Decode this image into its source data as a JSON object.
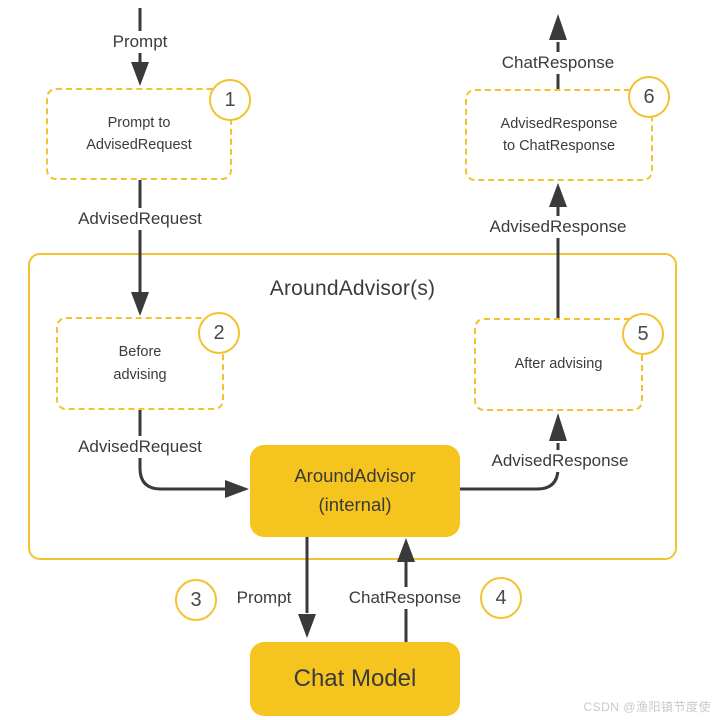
{
  "container": {
    "title": "AroundAdvisor(s)"
  },
  "nodes": {
    "prompt_to_advised_request": {
      "line1": "Prompt to",
      "line2": "AdvisedRequest",
      "badge": "1"
    },
    "before_advising": {
      "line1": "Before",
      "line2": "advising",
      "badge": "2"
    },
    "after_advising": {
      "line1": "After advising",
      "badge": "5"
    },
    "advised_response_to_chat_response": {
      "line1": "AdvisedResponse",
      "line2": "to ChatResponse",
      "badge": "6"
    },
    "around_advisor_internal": {
      "line1": "AroundAdvisor",
      "line2": "(internal)"
    },
    "chat_model": {
      "label": "Chat Model"
    }
  },
  "edge_labels": {
    "prompt_in": "Prompt",
    "advised_request_to_before": "AdvisedRequest",
    "advised_request_to_internal": "AdvisedRequest",
    "prompt_to_chat_model": "Prompt",
    "chat_response_from_chat_model": "ChatResponse",
    "advised_response_to_after": "AdvisedResponse",
    "advised_response_to_converter": "AdvisedResponse",
    "chat_response_out": "ChatResponse"
  },
  "badges": {
    "step3": "3",
    "step4": "4"
  },
  "watermark": "CSDN @渔阳镇节度使",
  "colors": {
    "accent_fill": "#F6C41F",
    "accent_border": "#F2C230",
    "line": "#3A3A3A",
    "text": "#3B3B3B",
    "watermark": "#C9C9C9"
  }
}
